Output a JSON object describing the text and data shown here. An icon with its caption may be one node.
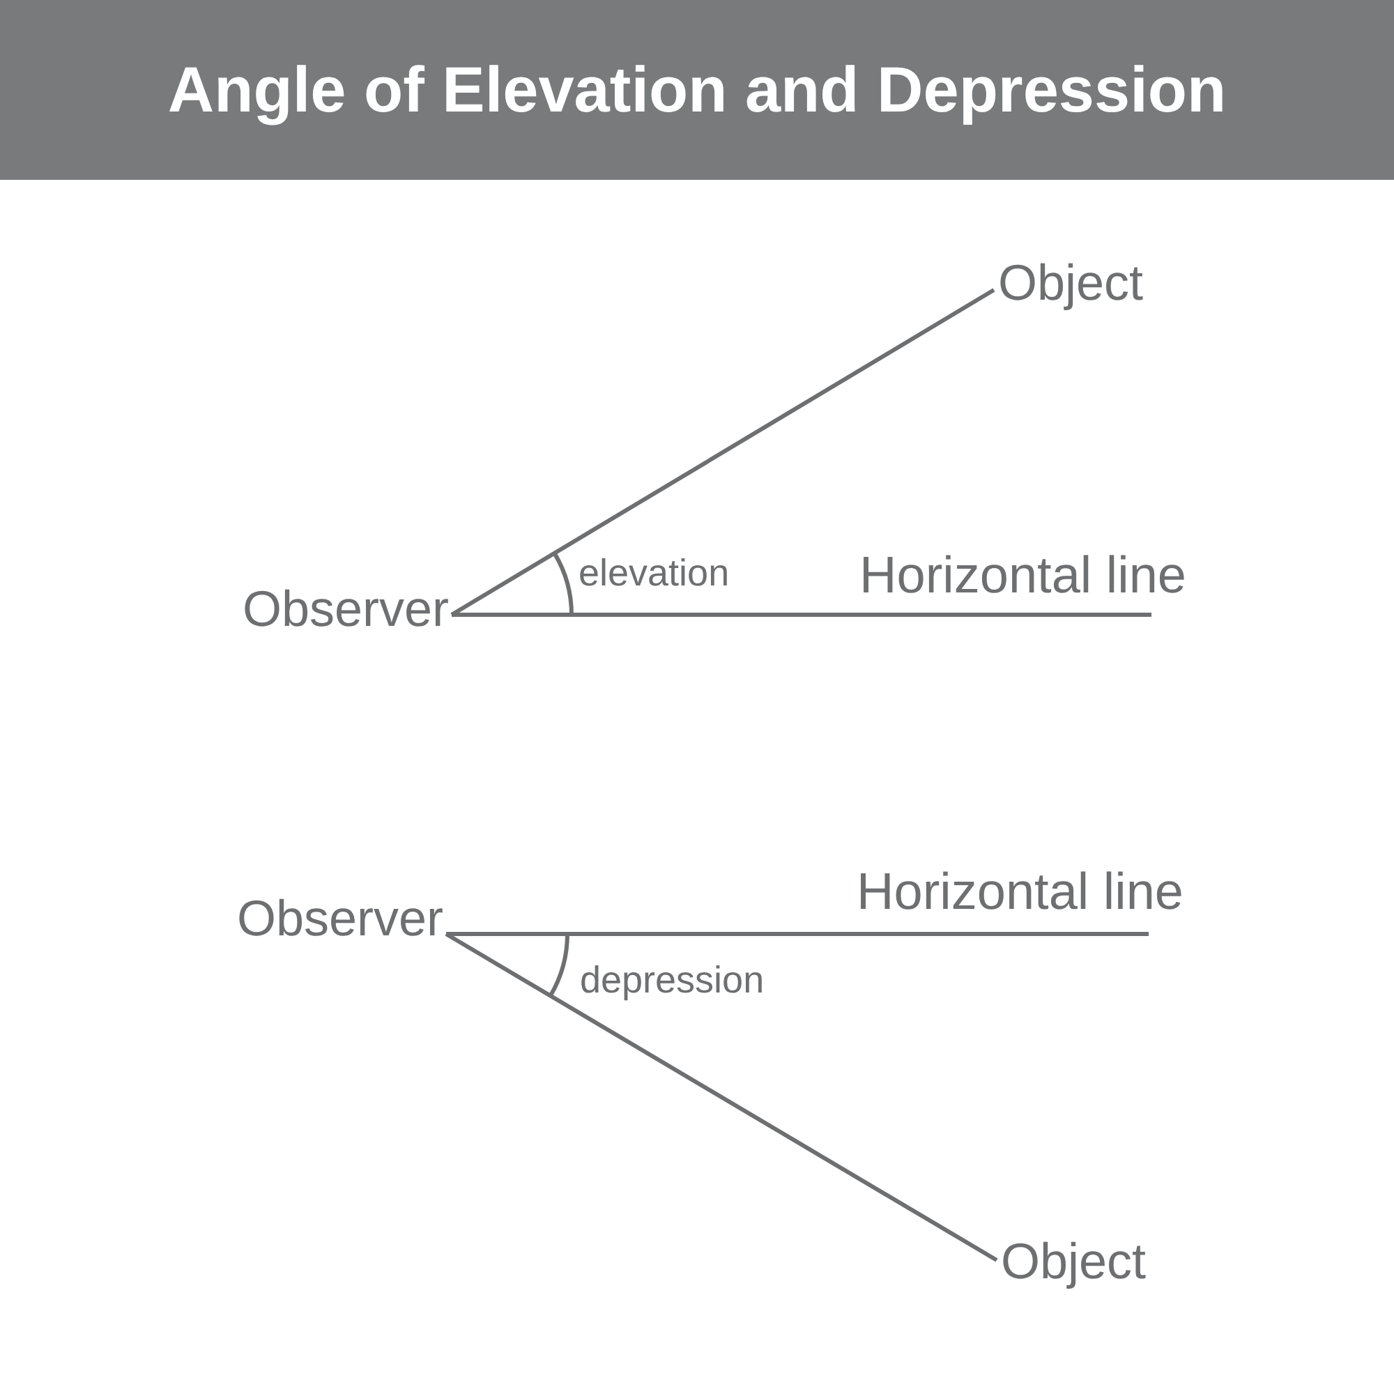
{
  "diagram": {
    "title": "Angle of Elevation and Depression",
    "nodes": [
      {
        "text": [
          "Observer"
        ]
      },
      {
        "text": [
          "Object"
        ]
      },
      {
        "text": [
          "Observer"
        ]
      },
      {
        "text": [
          "Object"
        ]
      }
    ],
    "edges": [
      {
        "from": 0,
        "to": 1,
        "arrow": "none"
      },
      {
        "from": 0,
        "to": null,
        "arrow": "none",
        "label": "Horizontal line"
      },
      {
        "from": 2,
        "to": null,
        "arrow": "none",
        "label": "Horizontal line"
      },
      {
        "from": 2,
        "to": 3,
        "arrow": "none"
      }
    ],
    "labels": [
      "elevation",
      "depression"
    ]
  }
}
